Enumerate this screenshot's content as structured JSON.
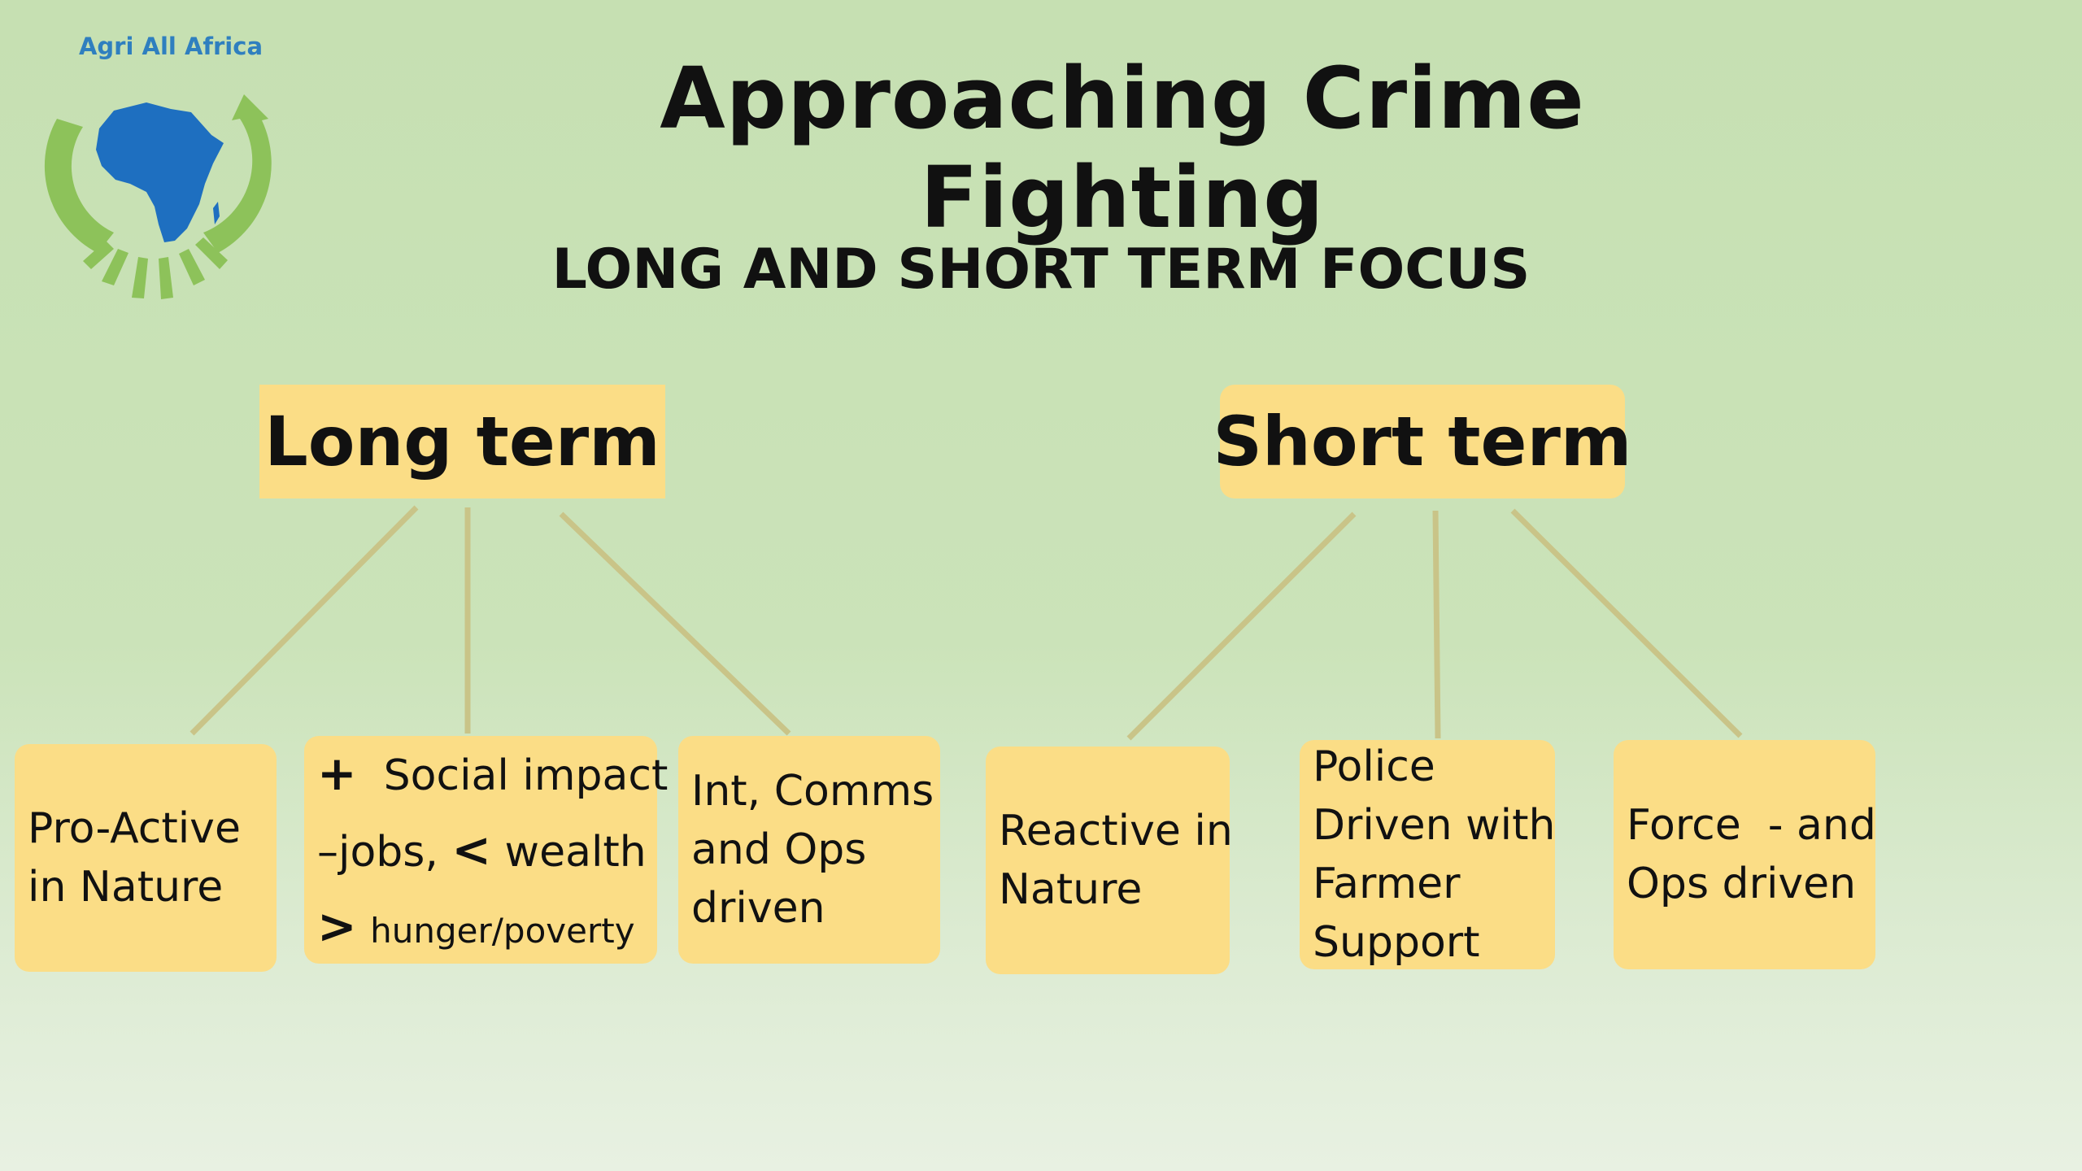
{
  "logo": {
    "text": "Agri All Africa"
  },
  "title": "Approaching Crime Fighting",
  "subtitle": "LONG AND SHORT TERM FOCUS",
  "long_term": {
    "heading": "Long term",
    "boxes": [
      {
        "lines": [
          "Pro-Active",
          "in Nature"
        ]
      },
      {
        "line1_symbol": "+",
        "line1_text": "Social impact",
        "line2_a": "–jobs, ",
        "line2_symbol": "<",
        "line2_b": " wealth",
        "line3_symbol": ">",
        "line3_text": "hunger/poverty"
      },
      {
        "lines": [
          "Int, Comms",
          "and Ops",
          "driven"
        ]
      }
    ]
  },
  "short_term": {
    "heading": "Short term",
    "boxes": [
      {
        "lines": [
          "Reactive in",
          "Nature"
        ]
      },
      {
        "lines": [
          "Police",
          "Driven with",
          "Farmer",
          "Support"
        ]
      },
      {
        "lines": [
          "Force  - and",
          "Ops driven"
        ]
      }
    ]
  },
  "colors": {
    "box_fill": "#fbdd86",
    "connector": "#c9c488",
    "logo_blue": "#2f7fbf",
    "logo_green": "#8dc25a"
  }
}
